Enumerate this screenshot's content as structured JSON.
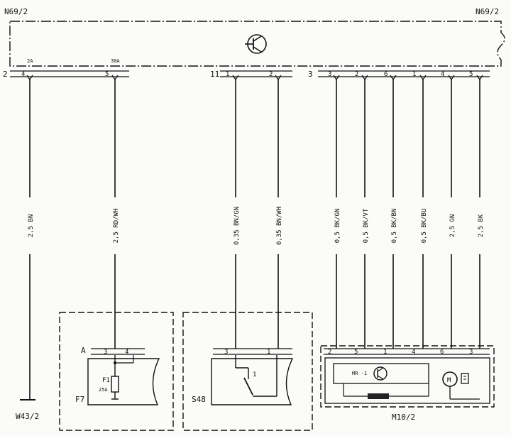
{
  "header": {
    "left_label": "N69/2",
    "right_label": "N69/2"
  },
  "connectors": {
    "left_group": "2",
    "middle_group": "11",
    "right_group": "3"
  },
  "pins": {
    "p1": "4",
    "p2": "5",
    "p3": "1",
    "p4": "2",
    "p5": "3",
    "p6": "2",
    "p7": "6",
    "p8": "1",
    "p9": "4",
    "p10": "5"
  },
  "pin_amps": {
    "p1": "2A",
    "p2": "30A"
  },
  "wires": [
    "2,5 BN",
    "2,5 RD/WH",
    "0,35 BN/GN",
    "0,35 BN/WH",
    "0,5 BK/GN",
    "0,5 BK/VT",
    "0,5 BK/BN",
    "0,5 BK/BU",
    "2,5 GN",
    "2,5 BK"
  ],
  "ground": {
    "label": "W43/2"
  },
  "fuse_box": {
    "connector": "A",
    "pin_a": "3",
    "pin_b": "4",
    "fuse_label": "F1",
    "fuse_rating": "25A",
    "label": "F7"
  },
  "switch_box": {
    "pin_a": "3",
    "pin_b": "1",
    "switch_num": "1",
    "label": "S48"
  },
  "motor_box": {
    "pins": [
      "2",
      "5",
      "1",
      "4",
      "6",
      "3"
    ],
    "inner_label": "MR -1",
    "label": "M10/2"
  }
}
